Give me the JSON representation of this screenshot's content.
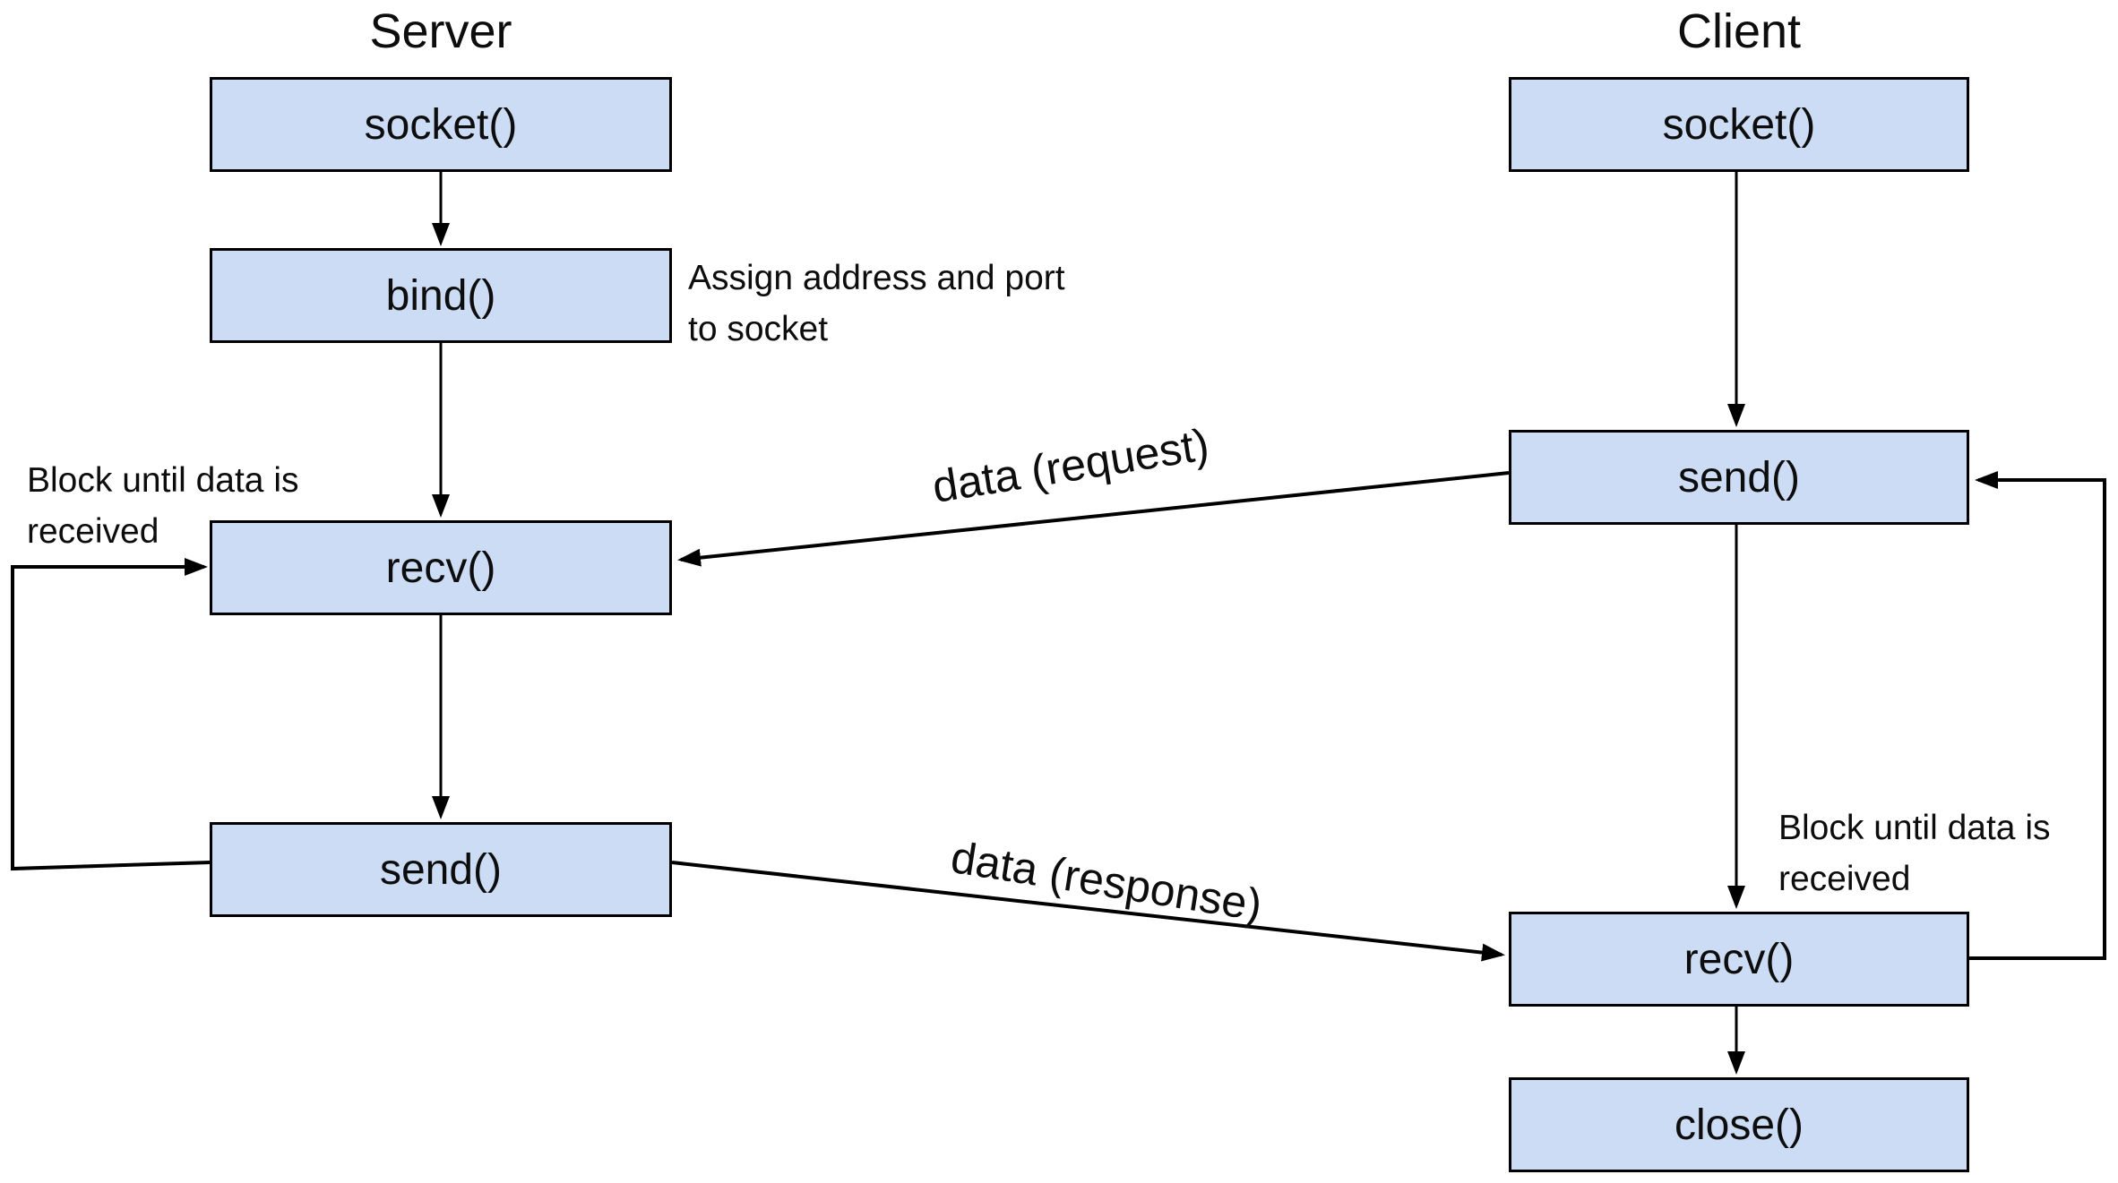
{
  "server": {
    "title": "Server",
    "boxes": [
      {
        "label": "socket()"
      },
      {
        "label": "bind()"
      },
      {
        "label": "recv()"
      },
      {
        "label": "send()"
      }
    ]
  },
  "client": {
    "title": "Client",
    "boxes": [
      {
        "label": "socket()"
      },
      {
        "label": "send()"
      },
      {
        "label": "recv()"
      },
      {
        "label": "close()"
      }
    ]
  },
  "annotations": {
    "assign_note": "Assign address and port\nto socket",
    "server_block_note": "Block until data is\nreceived",
    "client_block_note": "Block until data is\nreceived",
    "request_label": "data (request)",
    "response_label": "data (response)"
  },
  "colors": {
    "box_fill": "#ccdcf4",
    "box_border": "#000000",
    "line": "#000000",
    "background": "#ffffff",
    "text": "#0d0d0d"
  }
}
